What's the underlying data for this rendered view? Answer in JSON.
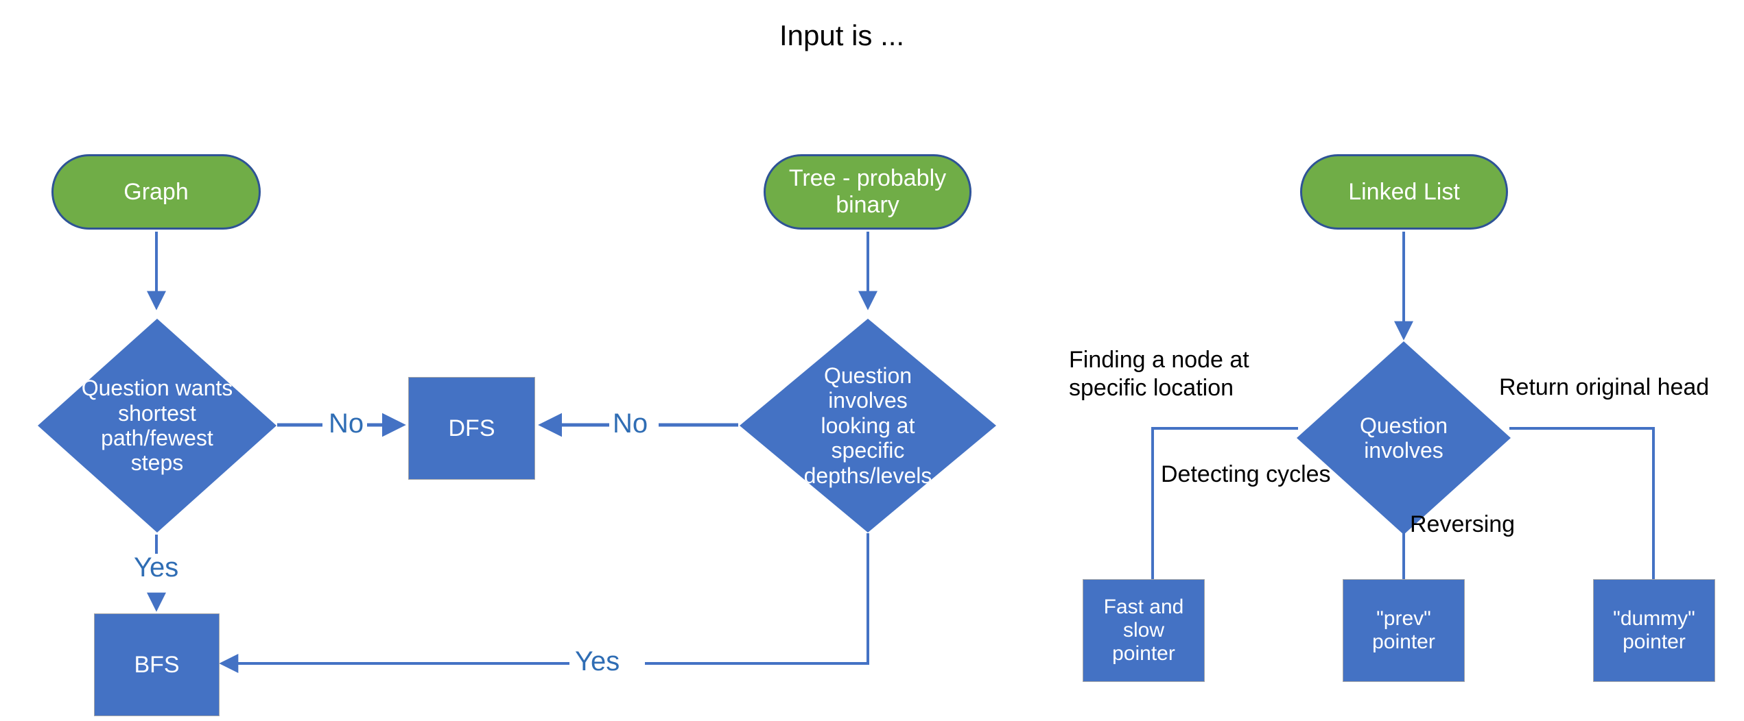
{
  "diagram": {
    "title": "Input is ...",
    "type": "flowchart",
    "colors": {
      "start_node_fill": "#70AD47",
      "start_node_border": "#2E5396",
      "decision_fill": "#4472C4",
      "process_fill": "#4472C4",
      "process_border": "#A6A6A6",
      "connector": "#4472C4",
      "edge_label_blue": "#2F6DB4",
      "edge_label_black": "#000000",
      "background": "#FFFFFF"
    },
    "branches": [
      {
        "id": "graph-branch",
        "start_label": "Graph",
        "decision_label": "Question wants shortest path/fewest steps",
        "outcomes": [
          {
            "edge_label": "No",
            "target": "DFS"
          },
          {
            "edge_label": "Yes",
            "target": "BFS"
          }
        ]
      },
      {
        "id": "tree-branch",
        "start_label": "Tree - probably binary",
        "decision_label": "Question involves looking at specific depths/levels",
        "outcomes": [
          {
            "edge_label": "No",
            "target": "DFS"
          },
          {
            "edge_label": "Yes",
            "target": "BFS"
          }
        ]
      },
      {
        "id": "linked-list-branch",
        "start_label": "Linked List",
        "decision_label": "Question involves",
        "outcomes": [
          {
            "edge_label": "Detecting cycles",
            "target": "Fast and slow pointer"
          },
          {
            "edge_label": "Reversing",
            "target": "\"prev\" pointer"
          },
          {
            "edge_label": "Finding a node at specific location",
            "target": "Fast and slow pointer"
          },
          {
            "edge_label": "Return original head",
            "target": "\"dummy\" pointer"
          }
        ]
      }
    ]
  },
  "nodes": {
    "graph": {
      "label": "Graph",
      "shape": "terminator"
    },
    "tree": {
      "label": "Tree - probably binary",
      "shape": "terminator",
      "line1": "Tree - probably",
      "line2": "binary"
    },
    "linked_list": {
      "label": "Linked List",
      "shape": "terminator"
    },
    "graph_decision": {
      "label": "Question wants shortest path/fewest steps",
      "shape": "decision",
      "line1": "Question wants",
      "line2": "shortest path/fewest",
      "line3": "steps"
    },
    "tree_decision": {
      "label": "Question involves looking at specific depths/levels",
      "shape": "decision",
      "line1": "Question involves",
      "line2": "looking at specific",
      "line3": "depths/levels"
    },
    "ll_decision": {
      "label": "Question involves",
      "shape": "decision",
      "line1": "Question",
      "line2": "involves"
    },
    "dfs": {
      "label": "DFS",
      "shape": "process"
    },
    "bfs": {
      "label": "BFS",
      "shape": "process"
    },
    "fast_slow": {
      "label": "Fast and slow pointer",
      "shape": "process",
      "line1": "Fast and",
      "line2": "slow",
      "line3": "pointer"
    },
    "prev_pointer": {
      "label": "\"prev\" pointer",
      "shape": "process",
      "line1": "\"prev\"",
      "line2": "pointer"
    },
    "dummy_pointer": {
      "label": "\"dummy\" pointer",
      "shape": "process",
      "line1": "\"dummy\"",
      "line2": "pointer"
    }
  },
  "edge_labels": {
    "graph_no": "No",
    "graph_yes": "Yes",
    "tree_no": "No",
    "tree_yes": "Yes",
    "ll_find_node_line1": "Finding a node at",
    "ll_find_node_line2": "specific location",
    "ll_return_head": "Return original head",
    "ll_detect_cycles": "Detecting cycles",
    "ll_reversing": "Reversing"
  }
}
